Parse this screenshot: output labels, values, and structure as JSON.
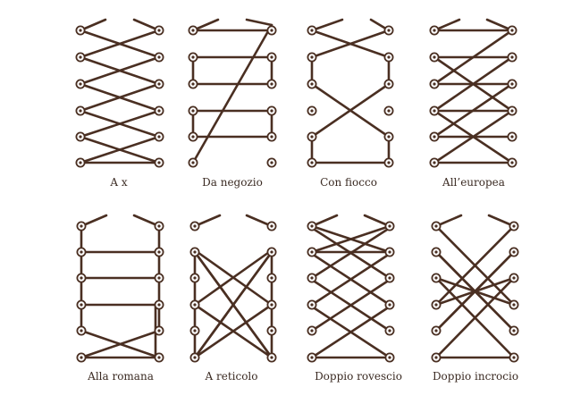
{
  "colors": {
    "lace": "#4a2f22",
    "eyelet_fill": "#ffffff"
  },
  "methods": [
    {
      "label": "A x",
      "icon": "criss-cross-lacing"
    },
    {
      "label": "Da negozio",
      "icon": "shoe-shop-lacing"
    },
    {
      "label": "Con fiocco",
      "icon": "bow-lacing"
    },
    {
      "label": "All’europea",
      "icon": "european-lacing"
    },
    {
      "label": "Alla romana",
      "icon": "roman-lacing"
    },
    {
      "label": "A reticolo",
      "icon": "lattice-lacing"
    },
    {
      "label": "Doppio rovescio",
      "icon": "double-back-lacing"
    },
    {
      "label": "Doppio incrocio",
      "icon": "double-cross-lacing"
    }
  ]
}
